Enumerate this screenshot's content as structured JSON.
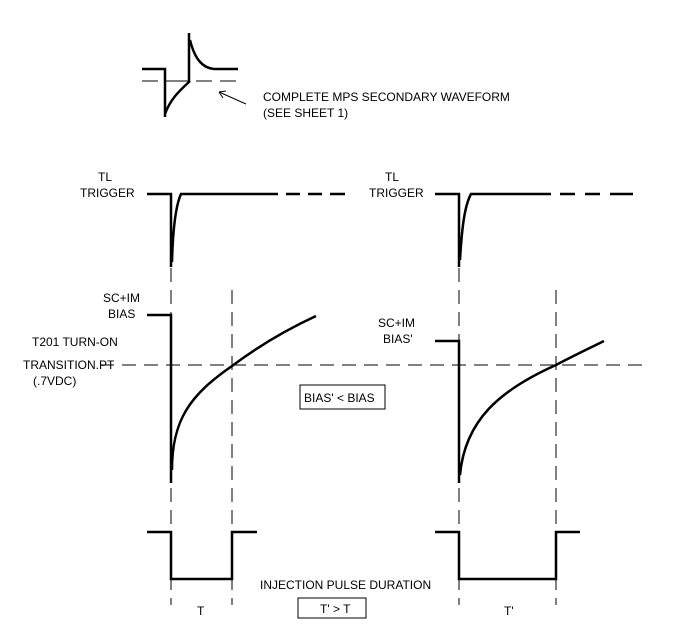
{
  "inset": {
    "caption_line1": "COMPLETE MPS SECONDARY WAVEFORM",
    "caption_line2": "(SEE SHEET 1)"
  },
  "trigger": {
    "label_line1": "TL",
    "label_line2": "TRIGGER"
  },
  "bias_left": {
    "label_line1": "SC+IM",
    "label_line2": "BIAS"
  },
  "bias_right": {
    "label_line1": "SC+IM",
    "label_line2": "BIAS'"
  },
  "transition": {
    "line1": "T201 TURN-ON",
    "line2": "TRANSITION.PT",
    "line3": "(.7VDC)"
  },
  "bias_compare": "BIAS' < BIAS",
  "pulse": {
    "caption": "INJECTION PULSE DURATION",
    "compare": "T' > T",
    "period_left": "T",
    "period_right": "T'"
  }
}
